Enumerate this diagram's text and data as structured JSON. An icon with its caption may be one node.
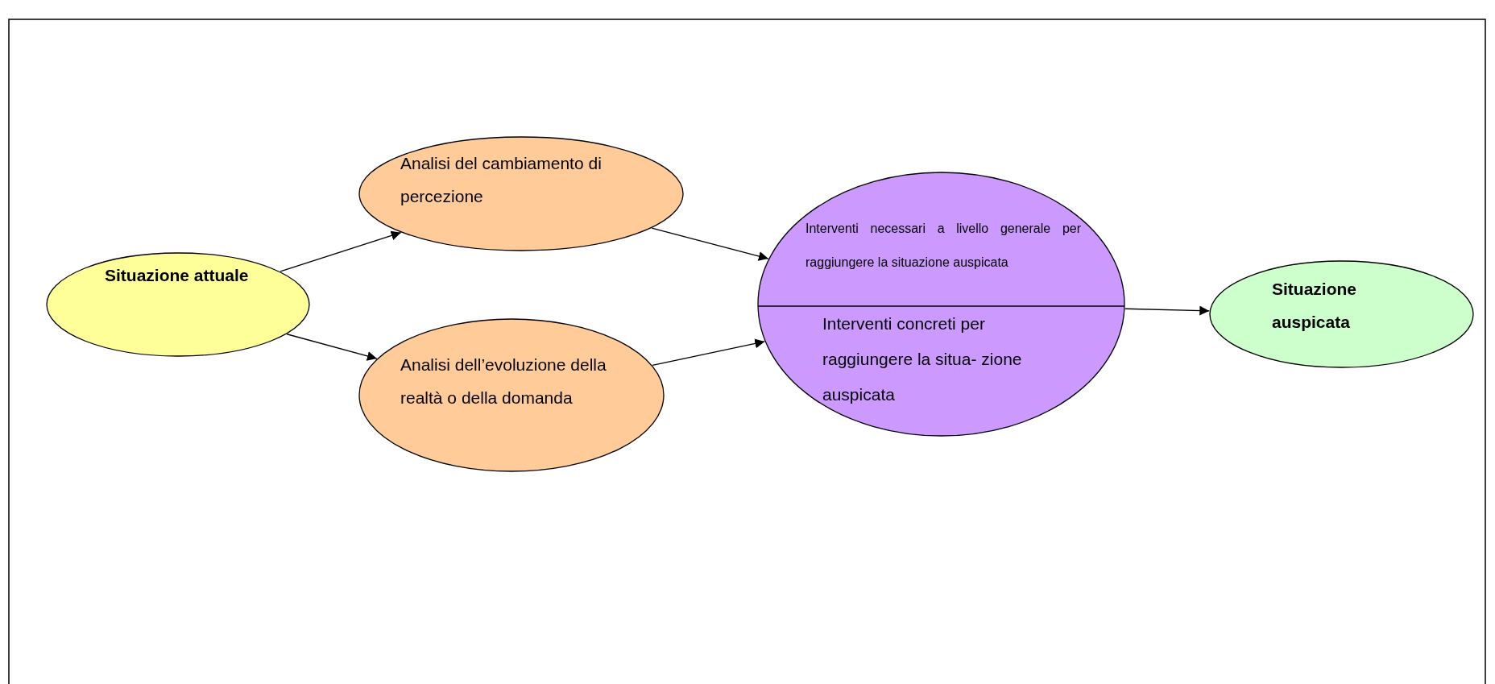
{
  "diagram": {
    "nodes": [
      {
        "text": [
          "Situazione attuale"
        ]
      },
      {
        "text": [
          "Analisi del cambiamento di percezione"
        ]
      },
      {
        "text": [
          "Analisi dell’evoluzione della realtà o della domanda"
        ]
      },
      {
        "text": [
          "Interventi necessari a livello generale per raggiungere la situazione auspicata",
          "Interventi concreti per raggiungere la situa- zione auspicata"
        ]
      },
      {
        "text": [
          "Situazione auspicata"
        ]
      }
    ],
    "edges": [
      {
        "from": 0,
        "to": 1,
        "arrow": "to"
      },
      {
        "from": 0,
        "to": 2,
        "arrow": "to"
      },
      {
        "from": 1,
        "to": 3,
        "arrow": "to"
      },
      {
        "from": 2,
        "to": 3,
        "arrow": "to"
      },
      {
        "from": 3,
        "to": 4,
        "arrow": "to"
      }
    ]
  }
}
